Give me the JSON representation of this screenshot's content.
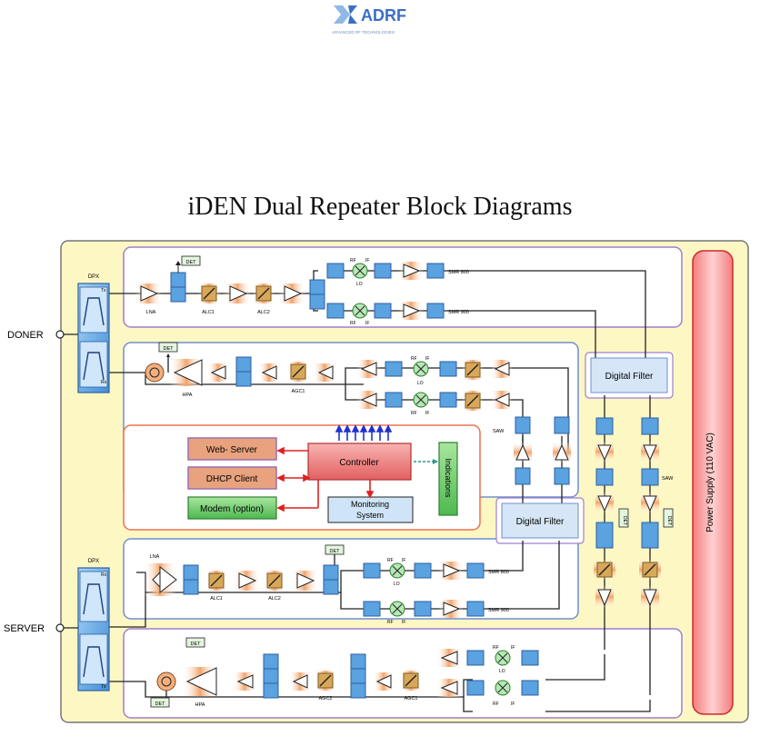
{
  "logo": {
    "text": "ADRF",
    "tagline": "ADVANCED RF TECHNOLOGIES",
    "colors": {
      "blue": "#3a6fc4",
      "light": "#9fc4ea"
    }
  },
  "title": "iDEN Dual Repeater Block Diagrams",
  "ports": {
    "doner": "DONER",
    "server": "SERVER"
  },
  "labels": {
    "dpx": "DPX",
    "tx": "Tx",
    "rx": "Rx",
    "det": "DET",
    "lna": "LNA",
    "hpa": "HPA",
    "alc1": "ALC1",
    "alc2": "ALC2",
    "agc1": "AGC1",
    "agc2": "AGC2",
    "rf": "RF",
    "if": "IF",
    "lo": "LO",
    "smr800": "SMR 800",
    "smr900": "SMR 900",
    "saw": "SAW",
    "digital_filter": "Digital Filter",
    "web_server": "Web- Server",
    "dhcp_client": "DHCP Client",
    "modem": "Modem (option)",
    "controller": "Controller",
    "monitoring": "Monitoring System",
    "monitoring_line1": "Monitoring",
    "monitoring_line2": "System",
    "indications": "Indications",
    "power_supply": "Power Supply (110 VAC)"
  },
  "colors": {
    "outer_panel": "#fdf7c4",
    "outer_border": "#777777",
    "band_border": "#9f7fcf",
    "blue_band_border": "#6f8fcf",
    "block_blue": "#5aa2e0",
    "block_orange": "#f3b07e",
    "amp_fill": "#f6e6c8",
    "web_fill": "#e8a27e",
    "web_border": "#9b6fb0",
    "modem_fill": "#7fcf7f",
    "controller_fill": "#f28080",
    "monitor_fill": "#cfe4f6",
    "psu_fill": "#f6a4a4",
    "psu_border": "#cc2b2b",
    "lo_fill": "#b6e8b6",
    "df_fill": "#d6e6f6",
    "det_fill": "#e4f5df"
  }
}
